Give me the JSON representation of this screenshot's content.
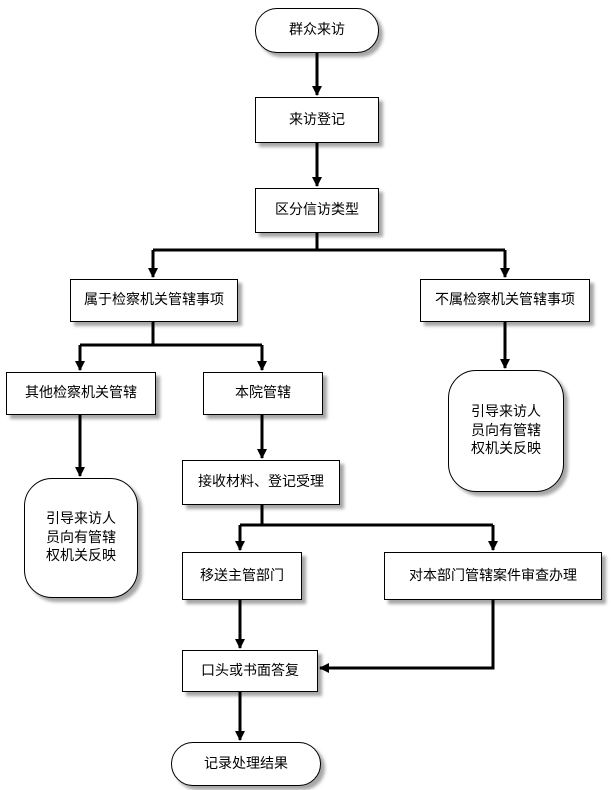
{
  "nodes": {
    "start": "群众来访",
    "register": "来访登记",
    "classify": "区分信访类型",
    "within": "属于检察机关管辖事项",
    "notwithin": "不属检察机关管辖事项",
    "other_proc": "其他检察机关管辖",
    "this_proc": "本院管辖",
    "guide_left": "引导来访人\n员向有管辖\n权机关反映",
    "guide_right": "引导来访人\n员向有管辖\n权机关反映",
    "receive": "接收材料、登记受理",
    "transfer": "移送主管部门",
    "review": "对本部门管辖案件审查办理",
    "reply": "口头或书面答复",
    "record": "记录处理结果"
  },
  "colors": {
    "stroke": "#000000",
    "fill": "#ffffff"
  }
}
